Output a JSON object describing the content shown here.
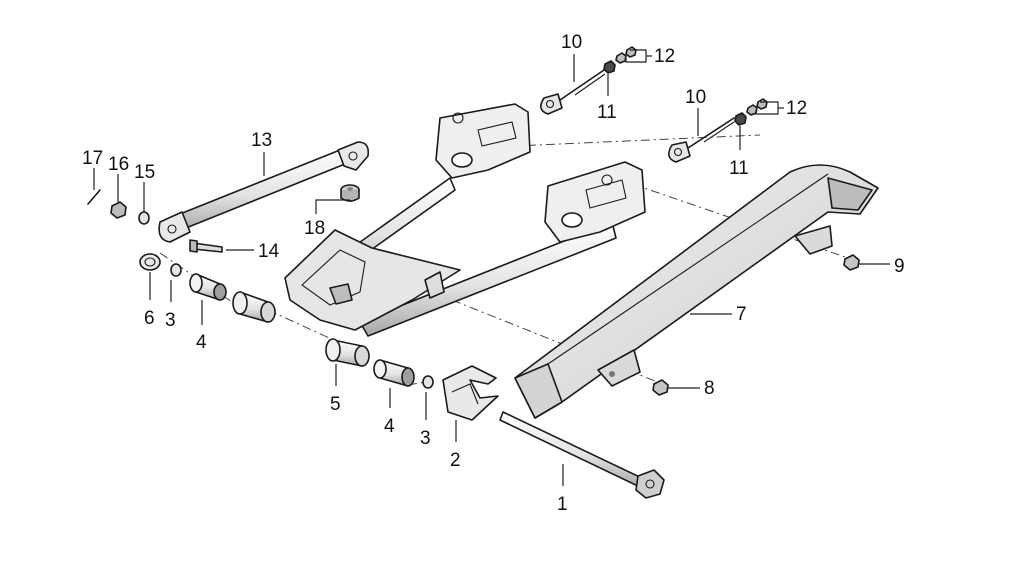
{
  "diagram": {
    "callouts": [
      {
        "id": "c1",
        "label": "1"
      },
      {
        "id": "c2",
        "label": "2"
      },
      {
        "id": "c3a",
        "label": "3"
      },
      {
        "id": "c3b",
        "label": "3"
      },
      {
        "id": "c4a",
        "label": "4"
      },
      {
        "id": "c4b",
        "label": "4"
      },
      {
        "id": "c5",
        "label": "5"
      },
      {
        "id": "c6",
        "label": "6"
      },
      {
        "id": "c7",
        "label": "7"
      },
      {
        "id": "c8",
        "label": "8"
      },
      {
        "id": "c9",
        "label": "9"
      },
      {
        "id": "c10a",
        "label": "10"
      },
      {
        "id": "c10b",
        "label": "10"
      },
      {
        "id": "c11a",
        "label": "11"
      },
      {
        "id": "c11b",
        "label": "11"
      },
      {
        "id": "c12a",
        "label": "12"
      },
      {
        "id": "c12b",
        "label": "12"
      },
      {
        "id": "c13",
        "label": "13"
      },
      {
        "id": "c14",
        "label": "14"
      },
      {
        "id": "c15",
        "label": "15"
      },
      {
        "id": "c16",
        "label": "16"
      },
      {
        "id": "c17",
        "label": "17"
      },
      {
        "id": "c18",
        "label": "18"
      }
    ],
    "colors": {
      "line": "#1a1a1a",
      "fill_light": "#f2f2f2",
      "fill_mid": "#d9d9d9",
      "fill_dark": "#9a9a9a"
    }
  }
}
